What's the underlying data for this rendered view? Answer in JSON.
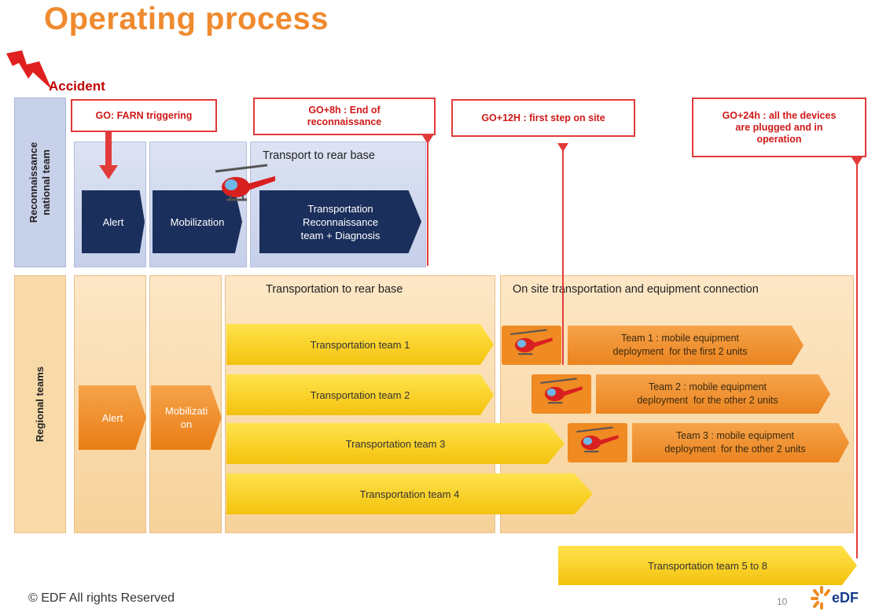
{
  "title": "Operating process",
  "accident_label": "Accident",
  "rows": {
    "national": "Reconnaissance\nnational team",
    "regional": "Regional teams"
  },
  "milestones": {
    "go": "GO: FARN triggering",
    "go8": "GO+8h : End of\nreconnaissance",
    "go12": "GO+12H : first step on site",
    "go24": "GO+24h : all the devices\nare plugged and in\noperation"
  },
  "national_steps": {
    "alert": "Alert",
    "mobilization": "Mobilization",
    "transport_header": "Transport to rear base",
    "transportation": "Transportation\nReconnaissance\nteam + Diagnosis"
  },
  "regional_steps": {
    "alert": "Alert",
    "mobilization": "Mobilizati\non",
    "rear_base_header": "Transportation to rear  base",
    "onsite_header": "On site transportation and equipment connection",
    "transport_teams": [
      "Transportation team 1",
      "Transportation team 2",
      "Transportation team 3",
      "Transportation team 4"
    ],
    "deploy_teams": [
      "Team 1 : mobile equipment\ndeployment  for the first 2 units",
      "Team 2 : mobile equipment\ndeployment  for the other 2 units",
      "Team 3 : mobile equipment\ndeployment  for the other 2 units"
    ],
    "transport_5_8": "Transportation team 5 to 8"
  },
  "footer": {
    "copyright": "©  EDF  All rights Reserved",
    "page": "10",
    "logo": "eDF"
  },
  "colors": {
    "title": "#ef8a2e",
    "milestone": "#e23a3a",
    "navy": "#1b2f5c",
    "orange": "#eb8420",
    "yellow": "#f4c20d"
  },
  "icons": [
    "lightning-icon",
    "helicopter-icon",
    "edf-logo-icon"
  ]
}
